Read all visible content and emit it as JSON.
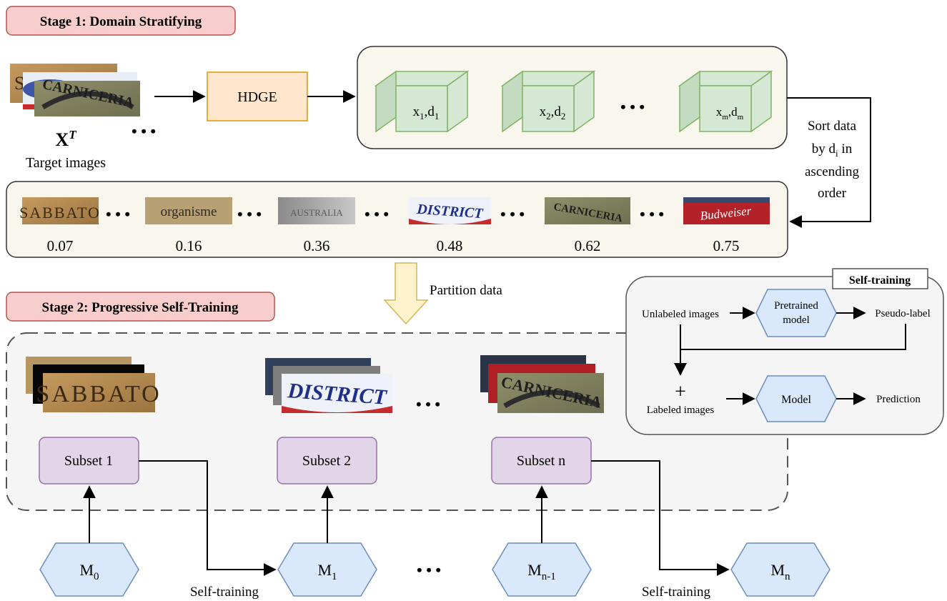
{
  "stage1": {
    "title": "Stage 1: Domain Stratifying"
  },
  "stage2": {
    "title": "Stage 2: Progressive Self-Training"
  },
  "target": {
    "symbol": "X",
    "superscript": "T",
    "caption": "Target images"
  },
  "hdge": {
    "label": "HDGE"
  },
  "cubes": [
    {
      "x_sub": "1",
      "d_sub": "1"
    },
    {
      "x_sub": "2",
      "d_sub": "2"
    },
    {
      "x_sub": "m",
      "d_sub": "m"
    }
  ],
  "ellipsis": "• • •",
  "sort_note": {
    "line1": "Sort data",
    "line2_prefix": "by d",
    "line2_sub": "i",
    "line2_suffix": " in",
    "line3": "ascending",
    "line4": "order"
  },
  "sorted_items": [
    {
      "text": "SABBATO",
      "score": "0.07"
    },
    {
      "text": "organisme",
      "score": "0.16"
    },
    {
      "text": "AUSTRALIA",
      "score": "0.36"
    },
    {
      "text": "DISTRICT",
      "score": "0.48"
    },
    {
      "text": "CARNICERIA",
      "score": "0.62"
    },
    {
      "text": "Budweiser",
      "score": "0.75"
    }
  ],
  "partition_label": "Partition data",
  "subsets": [
    {
      "label": "Subset 1",
      "thumb_text": "SABBATO"
    },
    {
      "label": "Subset 2",
      "thumb_text": "DISTRICT"
    },
    {
      "label": "Subset n",
      "thumb_text": "CARNICERIA"
    }
  ],
  "models": [
    {
      "base": "M",
      "sub": "0"
    },
    {
      "base": "M",
      "sub": "1"
    },
    {
      "base": "M",
      "sub": "n-1"
    },
    {
      "base": "M",
      "sub": "n"
    }
  ],
  "self_training_label": "Self-training",
  "inset": {
    "title": "Self-training",
    "unlabeled": "Unlabeled images",
    "pretrained_line1": "Pretrained",
    "pretrained_line2": "model",
    "pseudo": "Pseudo-label",
    "plus": "+",
    "labeled": "Labeled images",
    "model": "Model",
    "prediction": "Prediction"
  },
  "colors": {
    "stage_fill": "#f8cecc",
    "stage_stroke": "#b85450",
    "hdge_fill": "#ffe6cc",
    "hdge_stroke": "#d79b00",
    "cube_fill": "#d5e8d4",
    "cube_stroke": "#82b366",
    "panel_fill": "#f9f7ed",
    "panel2_fill": "#f5f5f5",
    "subset_fill": "#e1d5e7",
    "subset_stroke": "#9673a6",
    "model_fill": "#dae8fc",
    "model_stroke": "#6c8ebf",
    "partition_fill": "#fff2cc",
    "partition_stroke": "#d6b656"
  }
}
